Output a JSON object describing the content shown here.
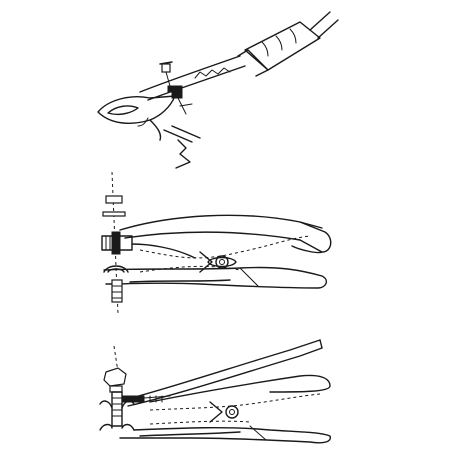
{
  "figure": {
    "panels": [
      {
        "id": "alligator-clip-with-cable"
      },
      {
        "id": "clamp-with-stud-exploded"
      },
      {
        "id": "clamp-with-stud-assembled"
      }
    ],
    "ink_color": "#1a1a1a",
    "background_color": "#ffffff"
  }
}
